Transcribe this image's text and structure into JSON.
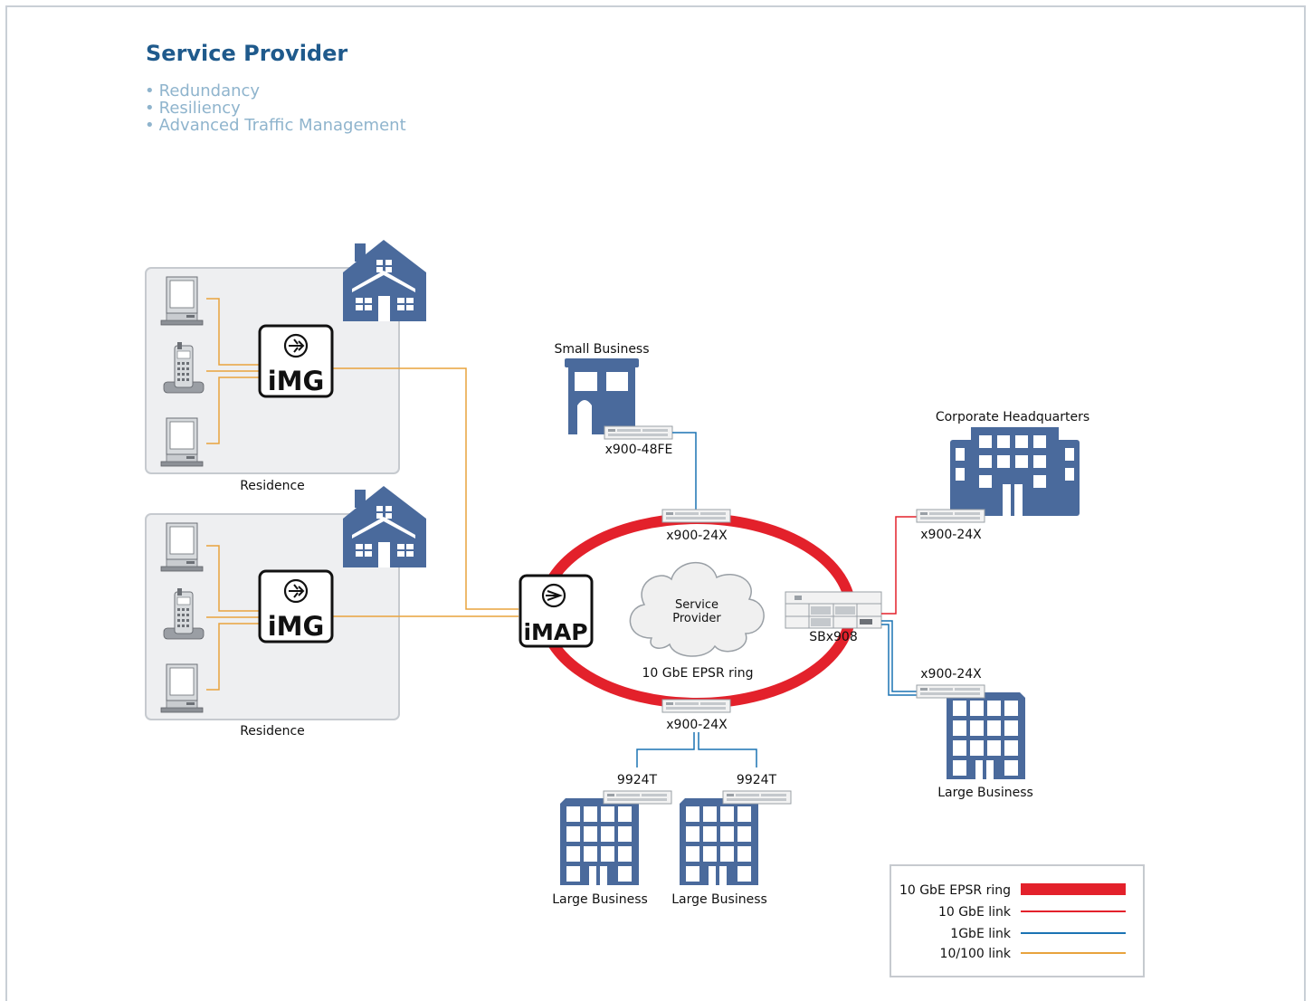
{
  "header": {
    "title": "Service Provider",
    "bullets": [
      "Redundancy",
      "Resiliency",
      "Advanced Traffic Management"
    ]
  },
  "residences": [
    {
      "label": "Residence",
      "gateway": "iMG"
    },
    {
      "label": "Residence",
      "gateway": "iMG"
    }
  ],
  "imap": {
    "label": "iMAP"
  },
  "cloud": {
    "line1": "Service",
    "line2": "Provider"
  },
  "ring": {
    "label": "10 GbE EPSR ring"
  },
  "sites": {
    "small_business": {
      "label": "Small Business",
      "switch": "x900-48FE"
    },
    "corporate_hq": {
      "label": "Corporate Headquarters",
      "switch": "x900-24X"
    },
    "large_business_right": {
      "label": "Large Business",
      "switch": "x900-24X"
    },
    "large_business_1": {
      "label": "Large Business",
      "switch": "9924T"
    },
    "large_business_2": {
      "label": "Large Business",
      "switch": "9924T"
    }
  },
  "ring_nodes": {
    "top": "x900-24X",
    "bottom": "x900-24X",
    "core": "SBx908"
  },
  "legend": {
    "items": [
      {
        "label": "10 GbE EPSR ring",
        "color": "#e3212b"
      },
      {
        "label": "10 GbE link",
        "color": "#e3212b"
      },
      {
        "label": "1GbE link",
        "color": "#1b73b3"
      },
      {
        "label": "10/100 link",
        "color": "#e8a33d"
      }
    ]
  },
  "colors": {
    "building": "#4a6a9c",
    "ring": "#e3212b",
    "gbe": "#1b73b3",
    "fast": "#e8a33d",
    "title": "#1f5a8c",
    "bullet": "#8fb4cd"
  }
}
